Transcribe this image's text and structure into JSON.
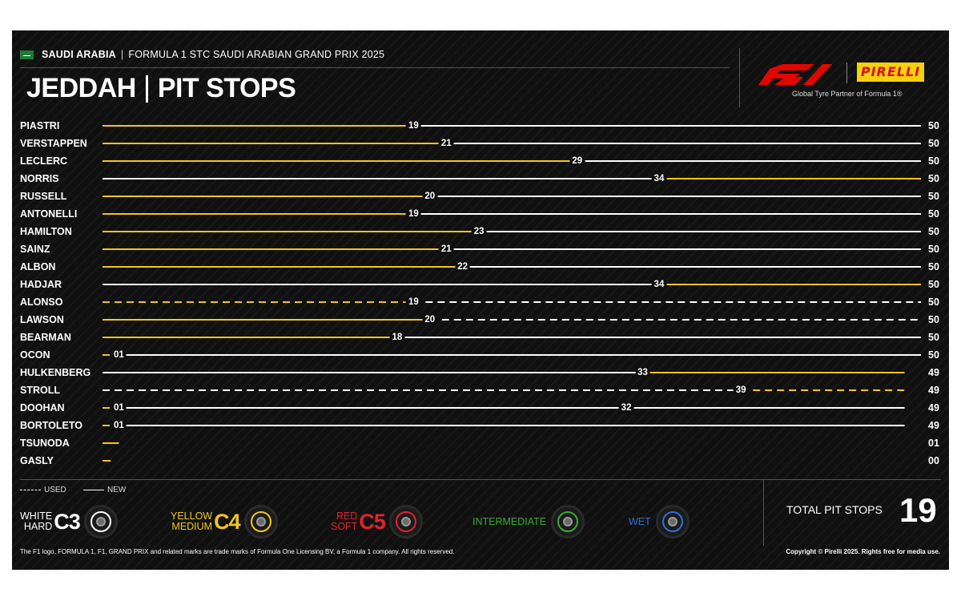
{
  "header": {
    "country": "SAUDI ARABIA",
    "event": "FORMULA 1 STC SAUDI ARABIAN GRAND PRIX 2025",
    "circuit": "JEDDAH",
    "section": "PIT STOPS",
    "partner_text": "Global Tyre Partner of Formula 1®",
    "pirelli": "PIRELLI"
  },
  "colors": {
    "hard": "#ffffff",
    "medium": "#f2c61a",
    "soft": "#e1242b",
    "intermediate": "#3aaa35",
    "wet": "#2f6fd6",
    "background": "#101010"
  },
  "chart_data": {
    "type": "bar",
    "xlim": [
      0,
      50
    ],
    "drivers": [
      {
        "name": "PIASTRI",
        "finish_lap": "50",
        "stints": [
          {
            "start": 0,
            "end": 19,
            "compound": "medium",
            "used": false
          },
          {
            "start": 19,
            "end": 50,
            "compound": "hard",
            "used": false
          }
        ],
        "stop_labels": [
          "19"
        ]
      },
      {
        "name": "VERSTAPPEN",
        "finish_lap": "50",
        "stints": [
          {
            "start": 0,
            "end": 21,
            "compound": "medium",
            "used": false
          },
          {
            "start": 21,
            "end": 50,
            "compound": "hard",
            "used": false
          }
        ],
        "stop_labels": [
          "21"
        ]
      },
      {
        "name": "LECLERC",
        "finish_lap": "50",
        "stints": [
          {
            "start": 0,
            "end": 29,
            "compound": "medium",
            "used": false
          },
          {
            "start": 29,
            "end": 50,
            "compound": "hard",
            "used": false
          }
        ],
        "stop_labels": [
          "29"
        ]
      },
      {
        "name": "NORRIS",
        "finish_lap": "50",
        "stints": [
          {
            "start": 0,
            "end": 34,
            "compound": "hard",
            "used": false
          },
          {
            "start": 34,
            "end": 50,
            "compound": "medium",
            "used": false
          }
        ],
        "stop_labels": [
          "34"
        ]
      },
      {
        "name": "RUSSELL",
        "finish_lap": "50",
        "stints": [
          {
            "start": 0,
            "end": 20,
            "compound": "medium",
            "used": false
          },
          {
            "start": 20,
            "end": 50,
            "compound": "hard",
            "used": false
          }
        ],
        "stop_labels": [
          "20"
        ]
      },
      {
        "name": "ANTONELLI",
        "finish_lap": "50",
        "stints": [
          {
            "start": 0,
            "end": 19,
            "compound": "medium",
            "used": false
          },
          {
            "start": 19,
            "end": 50,
            "compound": "hard",
            "used": false
          }
        ],
        "stop_labels": [
          "19"
        ]
      },
      {
        "name": "HAMILTON",
        "finish_lap": "50",
        "stints": [
          {
            "start": 0,
            "end": 23,
            "compound": "medium",
            "used": false
          },
          {
            "start": 23,
            "end": 50,
            "compound": "hard",
            "used": false
          }
        ],
        "stop_labels": [
          "23"
        ]
      },
      {
        "name": "SAINZ",
        "finish_lap": "50",
        "stints": [
          {
            "start": 0,
            "end": 21,
            "compound": "medium",
            "used": false
          },
          {
            "start": 21,
            "end": 50,
            "compound": "hard",
            "used": false
          }
        ],
        "stop_labels": [
          "21"
        ]
      },
      {
        "name": "ALBON",
        "finish_lap": "50",
        "stints": [
          {
            "start": 0,
            "end": 22,
            "compound": "medium",
            "used": false
          },
          {
            "start": 22,
            "end": 50,
            "compound": "hard",
            "used": false
          }
        ],
        "stop_labels": [
          "22"
        ]
      },
      {
        "name": "HADJAR",
        "finish_lap": "50",
        "stints": [
          {
            "start": 0,
            "end": 34,
            "compound": "hard",
            "used": false
          },
          {
            "start": 34,
            "end": 50,
            "compound": "medium",
            "used": false
          }
        ],
        "stop_labels": [
          "34"
        ]
      },
      {
        "name": "ALONSO",
        "finish_lap": "50",
        "stints": [
          {
            "start": 0,
            "end": 19,
            "compound": "medium",
            "used": true
          },
          {
            "start": 19,
            "end": 50,
            "compound": "hard",
            "used": true
          }
        ],
        "stop_labels": [
          "19"
        ]
      },
      {
        "name": "LAWSON",
        "finish_lap": "50",
        "stints": [
          {
            "start": 0,
            "end": 20,
            "compound": "medium",
            "used": false
          },
          {
            "start": 20,
            "end": 50,
            "compound": "hard",
            "used": true
          }
        ],
        "stop_labels": [
          "20"
        ]
      },
      {
        "name": "BEARMAN",
        "finish_lap": "50",
        "stints": [
          {
            "start": 0,
            "end": 18,
            "compound": "medium",
            "used": false
          },
          {
            "start": 18,
            "end": 50,
            "compound": "hard",
            "used": false
          }
        ],
        "stop_labels": [
          "18"
        ]
      },
      {
        "name": "OCON",
        "finish_lap": "50",
        "stints": [
          {
            "start": 0,
            "end": 1,
            "compound": "medium",
            "used": true
          },
          {
            "start": 1,
            "end": 50,
            "compound": "hard",
            "used": false
          }
        ],
        "stop_labels": [
          "01"
        ]
      },
      {
        "name": "HULKENBERG",
        "finish_lap": "49",
        "stints": [
          {
            "start": 0,
            "end": 33,
            "compound": "hard",
            "used": false
          },
          {
            "start": 33,
            "end": 49,
            "compound": "medium",
            "used": false
          }
        ],
        "stop_labels": [
          "33"
        ]
      },
      {
        "name": "STROLL",
        "finish_lap": "49",
        "stints": [
          {
            "start": 0,
            "end": 39,
            "compound": "hard",
            "used": true
          },
          {
            "start": 39,
            "end": 49,
            "compound": "medium",
            "used": true
          }
        ],
        "stop_labels": [
          "39"
        ]
      },
      {
        "name": "DOOHAN",
        "finish_lap": "49",
        "stints": [
          {
            "start": 0,
            "end": 1,
            "compound": "medium",
            "used": true
          },
          {
            "start": 1,
            "end": 32,
            "compound": "hard",
            "used": false
          },
          {
            "start": 32,
            "end": 49,
            "compound": "hard",
            "used": false
          }
        ],
        "stop_labels": [
          "01",
          "32"
        ]
      },
      {
        "name": "BORTOLETO",
        "finish_lap": "49",
        "stints": [
          {
            "start": 0,
            "end": 1,
            "compound": "medium",
            "used": true
          },
          {
            "start": 1,
            "end": 49,
            "compound": "hard",
            "used": false
          }
        ],
        "stop_labels": [
          "01"
        ]
      },
      {
        "name": "TSUNODA",
        "finish_lap": "01",
        "stints": [
          {
            "start": 0,
            "end": 1,
            "compound": "medium",
            "used": false
          }
        ],
        "stop_labels": []
      },
      {
        "name": "GASLY",
        "finish_lap": "00",
        "stints": [
          {
            "start": 0,
            "end": 0.5,
            "compound": "medium",
            "used": false
          }
        ],
        "stop_labels": []
      }
    ]
  },
  "legend": {
    "used": "USED",
    "new": "NEW",
    "tyres": [
      {
        "sub1": "WHITE",
        "sub2": "HARD",
        "code": "C3",
        "color_key": "hard"
      },
      {
        "sub1": "YELLOW",
        "sub2": "MEDIUM",
        "code": "C4",
        "color_key": "medium"
      },
      {
        "sub1": "RED",
        "sub2": "SOFT",
        "code": "C5",
        "color_key": "soft"
      },
      {
        "name": "INTERMEDIATE",
        "color_key": "intermediate"
      },
      {
        "name": "WET",
        "color_key": "wet"
      }
    ]
  },
  "totals": {
    "label": "TOTAL PIT STOPS",
    "value": "19"
  },
  "footer": {
    "left": "The F1 logo, FORMULA 1, F1, GRAND PRIX and related marks are trade marks of Formula One Licensing BV, a Formula 1 company. All rights reserved.",
    "right": "Copyright © Pirelli 2025. Rights free for media use."
  }
}
